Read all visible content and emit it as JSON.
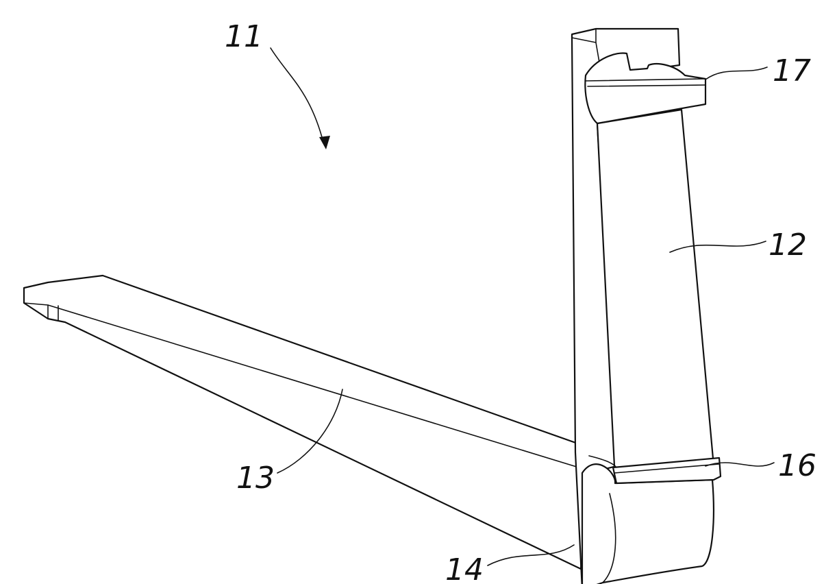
{
  "figure": {
    "reference_numerals": {
      "assembly": "11",
      "shank": "12",
      "blade": "13",
      "heel": "14",
      "lower_hook": "16",
      "upper_hook": "17"
    }
  }
}
